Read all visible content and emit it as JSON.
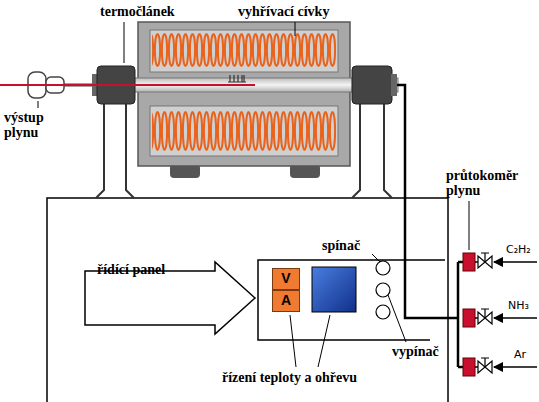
{
  "diagram": {
    "nodes": [
      {
        "text": [
          "řídící panel"
        ]
      },
      {
        "text": [
          "V"
        ]
      },
      {
        "text": [
          "A"
        ]
      }
    ],
    "labels": [
      "termočlánek",
      "vyhřívací cívky",
      "výstup plynu",
      "průtokoměr plynu",
      "spínač",
      "vypínač",
      "řízení teploty a ohřevu",
      "C₂H₂",
      "NH₃",
      "Ar"
    ]
  }
}
